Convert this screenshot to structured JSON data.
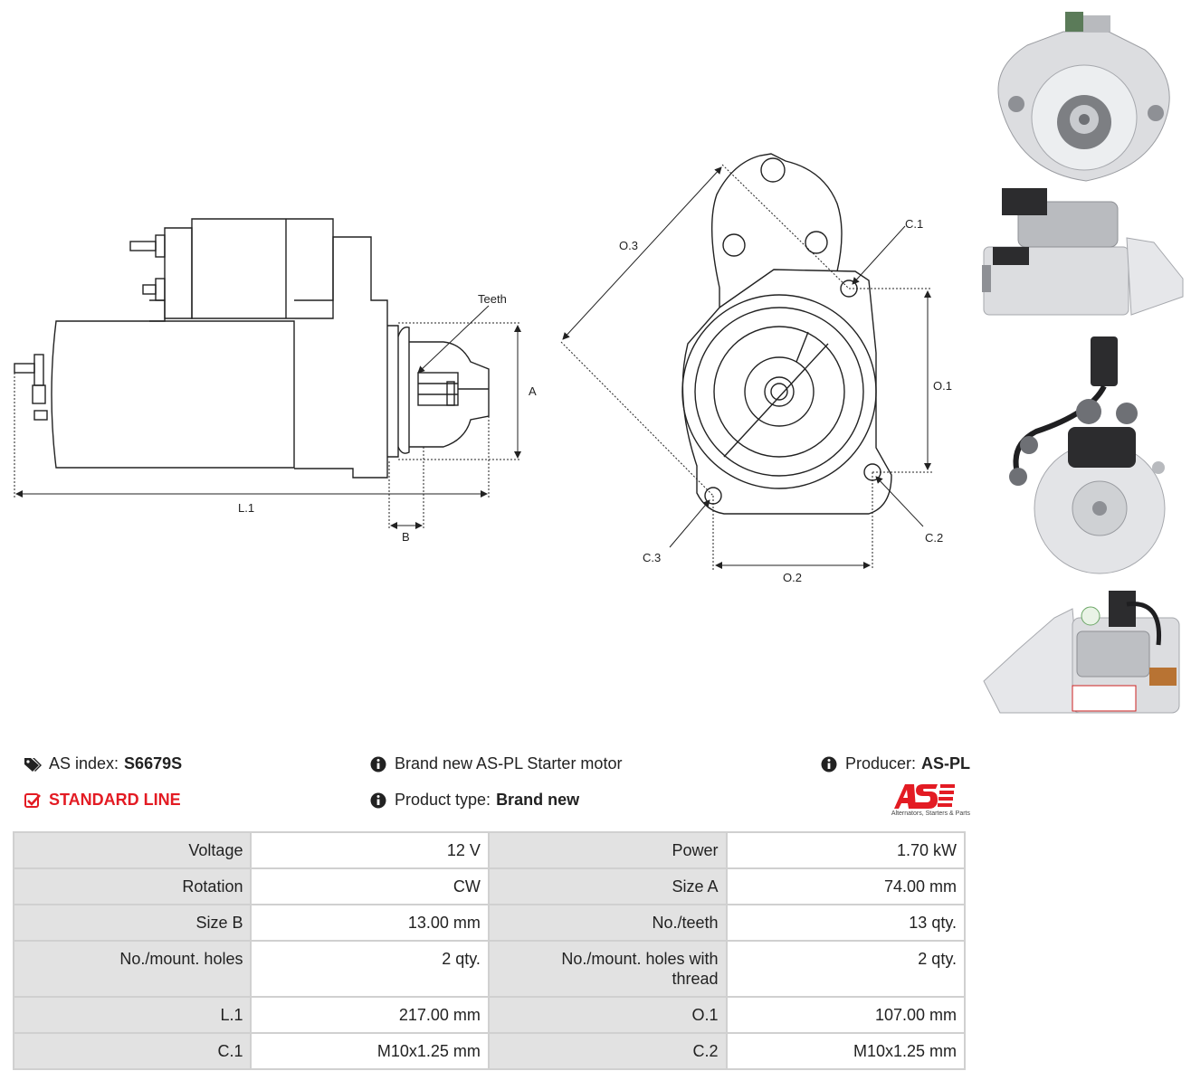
{
  "drawing": {
    "labels": {
      "teeth": "Teeth",
      "a": "A",
      "l1": "L.1",
      "b": "B",
      "o3": "O.3",
      "c1": "C.1",
      "o1": "O.1",
      "c2": "C.2",
      "c3": "C.3",
      "o2": "O.2"
    }
  },
  "info": {
    "as_index_label": "AS index:",
    "as_index_value": "S6679S",
    "line": "STANDARD LINE",
    "description": "Brand new AS-PL Starter motor",
    "product_type_label": "Product type:",
    "product_type_value": "Brand new",
    "producer_label": "Producer:",
    "producer_value": "AS-PL",
    "logo_tagline": "Alternators, Starters & Parts"
  },
  "specs": [
    {
      "k1": "Voltage",
      "v1": "12 V",
      "k2": "Power",
      "v2": "1.70 kW"
    },
    {
      "k1": "Rotation",
      "v1": "CW",
      "k2": "Size A",
      "v2": "74.00 mm"
    },
    {
      "k1": "Size B",
      "v1": "13.00 mm",
      "k2": "No./teeth",
      "v2": "13 qty."
    },
    {
      "k1": "No./mount. holes",
      "v1": "2 qty.",
      "k2": "No./mount. holes with thread",
      "v2": "2 qty."
    },
    {
      "k1": "L.1",
      "v1": "217.00 mm",
      "k2": "O.1",
      "v2": "107.00 mm"
    },
    {
      "k1": "C.1",
      "v1": "M10x1.25 mm",
      "k2": "C.2",
      "v2": "M10x1.25 mm"
    }
  ],
  "colors": {
    "accent_red": "#e31b23",
    "key_cell_bg": "#e2e2e2",
    "border": "#d0d0d0"
  }
}
